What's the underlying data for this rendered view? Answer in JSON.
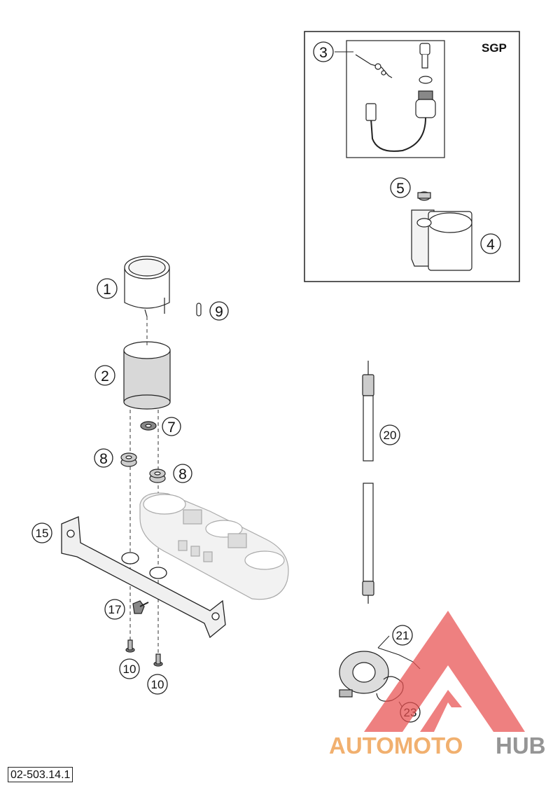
{
  "diagram": {
    "part_number": "02-503.14.1",
    "sgp_label": "SGP",
    "callouts": [
      {
        "id": "c1",
        "label": "1"
      },
      {
        "id": "c2",
        "label": "2"
      },
      {
        "id": "c3",
        "label": "3"
      },
      {
        "id": "c4",
        "label": "4"
      },
      {
        "id": "c5",
        "label": "5"
      },
      {
        "id": "c7",
        "label": "7"
      },
      {
        "id": "c8a",
        "label": "8"
      },
      {
        "id": "c8b",
        "label": "8"
      },
      {
        "id": "c9",
        "label": "9"
      },
      {
        "id": "c10a",
        "label": "10"
      },
      {
        "id": "c10b",
        "label": "10"
      },
      {
        "id": "c15",
        "label": "15"
      },
      {
        "id": "c17",
        "label": "17"
      },
      {
        "id": "c20",
        "label": "20"
      },
      {
        "id": "c21",
        "label": "21"
      },
      {
        "id": "c23",
        "label": "23"
      }
    ]
  },
  "watermark": {
    "text_part1": "AUTOMOTO",
    "text_part2": "HUB",
    "color_orange": "#f0a860",
    "color_gray": "#8a8a8a",
    "color_red": "#e85050"
  }
}
